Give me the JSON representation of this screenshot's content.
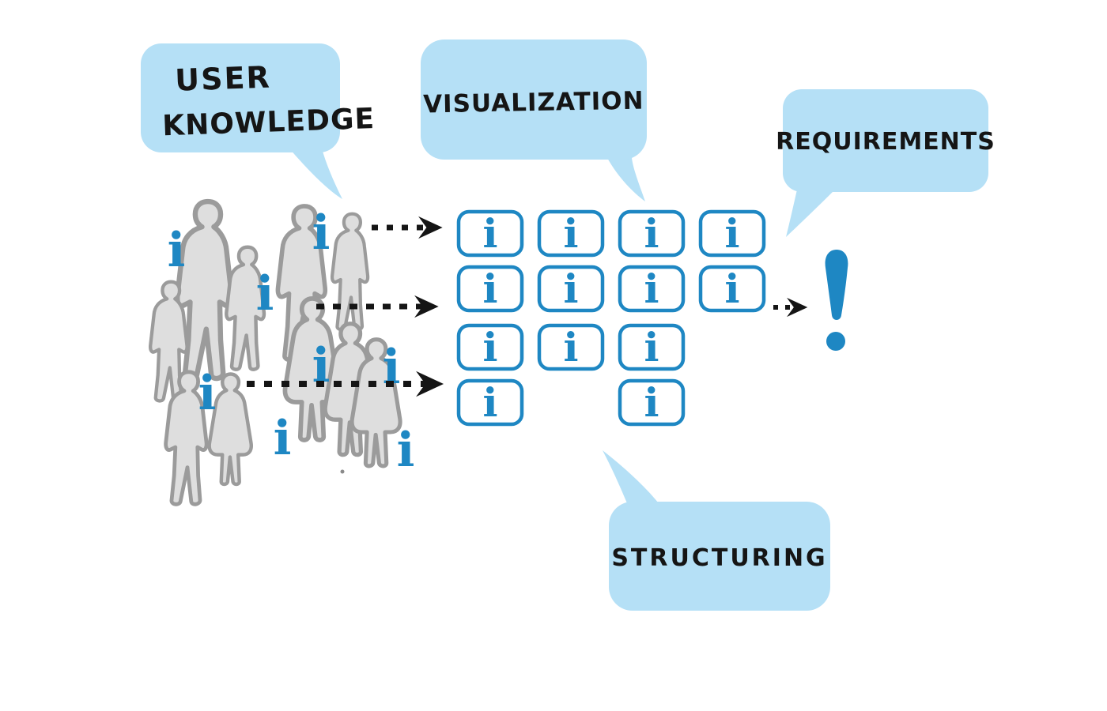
{
  "title": "User knowledge to requirements sketch diagram",
  "colors": {
    "bubble_fill": "#b5e0f6",
    "info_blue": "#1e87c3",
    "person_fill": "#dedede",
    "person_stroke": "#9b9b9b",
    "ink": "#151515"
  },
  "bubbles": {
    "user_knowledge": {
      "line1": "USER",
      "line2": "KNOWLEDGE"
    },
    "visualization": {
      "label": "VISUALIZATION"
    },
    "requirements": {
      "label": "REQUIREMENTS"
    },
    "structuring": {
      "label": "STRUCTURING"
    }
  },
  "icons": {
    "info": "i",
    "exclamation": "!"
  },
  "info_grid": {
    "rows": [
      [
        1,
        1,
        1,
        1
      ],
      [
        1,
        1,
        1,
        1
      ],
      [
        1,
        1,
        1,
        0
      ],
      [
        1,
        0,
        1,
        0
      ]
    ]
  },
  "crowd": {
    "people_count": 10,
    "loose_info_count": 8
  },
  "flow": {
    "arrows_from_crowd_to_grid": 3,
    "arrows_from_grid_to_requirements": 1
  }
}
